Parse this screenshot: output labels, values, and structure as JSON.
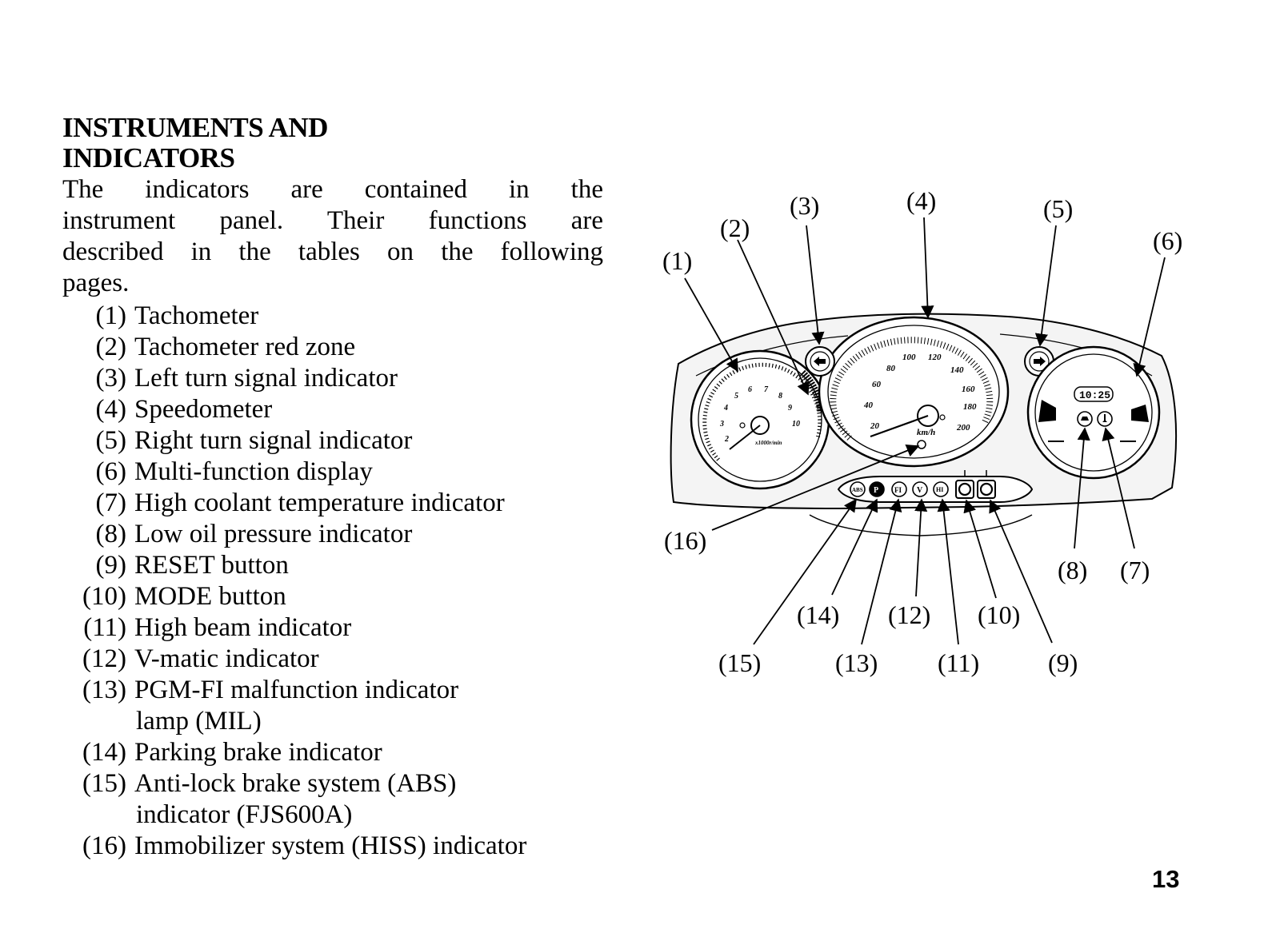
{
  "heading": {
    "line1": "INSTRUMENTS AND",
    "line2": "INDICATORS"
  },
  "intro": {
    "lines": [
      "The indicators are contained in the",
      "instrument panel. Their functions are",
      "described in the tables on the following",
      "pages."
    ]
  },
  "items": [
    {
      "num": "(1)",
      "text": "Tachometer"
    },
    {
      "num": "(2)",
      "text": "Tachometer red zone"
    },
    {
      "num": "(3)",
      "text": "Left turn signal indicator"
    },
    {
      "num": "(4)",
      "text": "Speedometer"
    },
    {
      "num": "(5)",
      "text": "Right turn signal indicator"
    },
    {
      "num": "(6)",
      "text": "Multi-function display"
    },
    {
      "num": "(7)",
      "text": "High coolant temperature indicator"
    },
    {
      "num": "(8)",
      "text": "Low oil pressure indicator"
    },
    {
      "num": "(9)",
      "text": "RESET button"
    },
    {
      "num": "(10)",
      "text": "MODE button"
    },
    {
      "num": "(11)",
      "text": "High beam indicator"
    },
    {
      "num": "(12)",
      "text": "V-matic indicator"
    },
    {
      "num": "(13)",
      "text": "PGM-FI malfunction indicator",
      "text2": "lamp (MIL)"
    },
    {
      "num": "(14)",
      "text": "Parking brake indicator"
    },
    {
      "num": "(15)",
      "text": "Anti-lock brake system (ABS)",
      "text2": "indicator (FJS600A)"
    },
    {
      "num": "(16)",
      "text": "Immobilizer system (HISS) indicator"
    }
  ],
  "diagram": {
    "callouts": [
      "(1)",
      "(2)",
      "(3)",
      "(4)",
      "(5)",
      "(6)",
      "(7)",
      "(8)",
      "(9)",
      "(10)",
      "(11)",
      "(12)",
      "(13)",
      "(14)",
      "(15)",
      "(16)"
    ],
    "speedo_ticks": [
      "20",
      "40",
      "60",
      "80",
      "100",
      "120",
      "140",
      "160",
      "180",
      "200"
    ],
    "speedo_unit": "km/h",
    "tacho_ticks": [
      "2",
      "3",
      "4",
      "5",
      "6",
      "7",
      "8",
      "9",
      "10"
    ],
    "tacho_unit": "x1000r/min",
    "clock": "10:25",
    "telltales": [
      "ABS",
      "P",
      "FI",
      "V",
      "HI"
    ]
  },
  "page_number": "13"
}
